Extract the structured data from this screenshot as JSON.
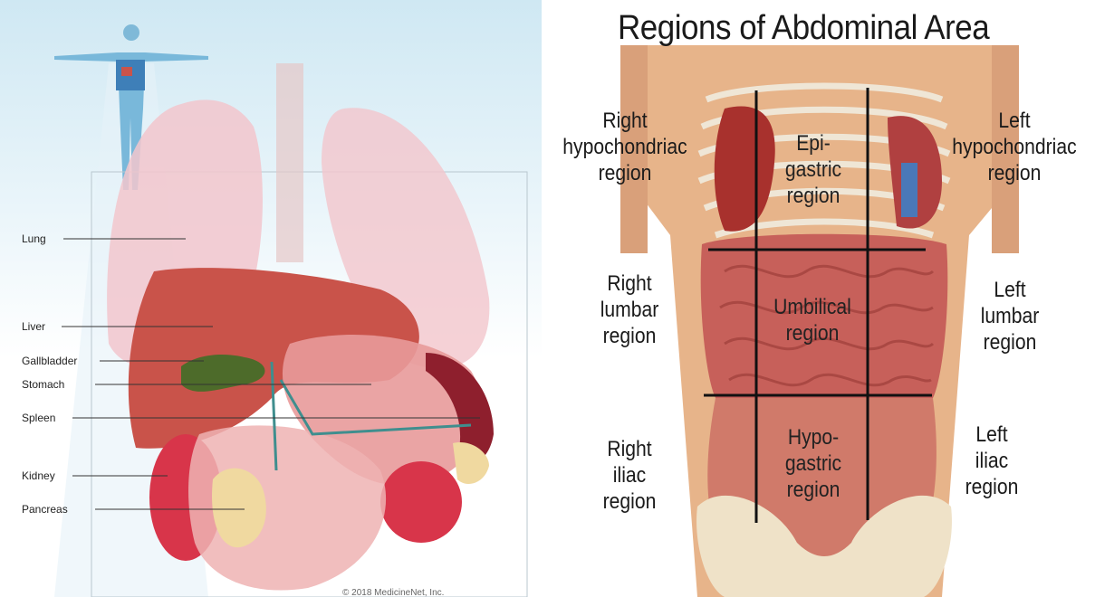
{
  "left_panel": {
    "labels": {
      "lung": "Lung",
      "liver": "Liver",
      "gallbladder": "Gallbladder",
      "stomach": "Stomach",
      "spleen": "Spleen",
      "kidney": "Kidney",
      "pancreas": "Pancreas"
    },
    "copyright": "© 2018 MedicineNet, Inc."
  },
  "right_panel": {
    "title": "Regions of Abdominal Area",
    "regions": {
      "right_hypochondriac": "Right\nhypochondriac\nregion",
      "epigastric": "Epi-\ngastric\nregion",
      "left_hypochondriac": "Left\nhypochondriac\nregion",
      "right_lumbar": "Right\nlumbar\nregion",
      "umbilical": "Umbilical\nregion",
      "left_lumbar": "Left\nlumbar\nregion",
      "right_iliac": "Right\niliac\nregion",
      "hypogastric": "Hypo-\ngastric\nregion",
      "left_iliac": "Left\niliac\nregion"
    }
  },
  "colors": {
    "sky": "#cfe8f3",
    "lung": "#f2c6cc",
    "liver": "#c9534a",
    "gallbladder": "#4d6b2a",
    "stomach": "#e89a9a",
    "spleen": "#8e1f2d",
    "kidney": "#d8354a",
    "pancreas": "#f0d9a0",
    "skin": "#e7b48a",
    "intestine": "#c7605a",
    "grid_line": "#111111"
  }
}
